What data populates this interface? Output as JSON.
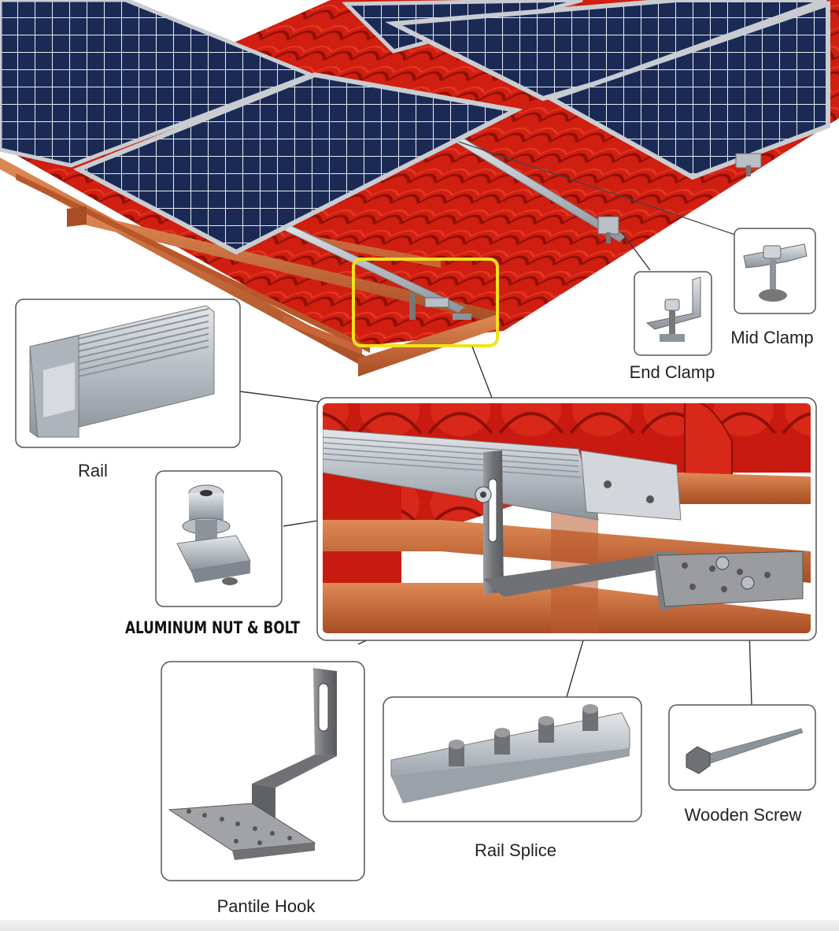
{
  "labels": {
    "rail": "Rail",
    "nut_bolt": "ALUMINUM NUT & BOLT",
    "end_clamp": "End Clamp",
    "mid_clamp": "Mid Clamp",
    "pantile_hook": "Pantile Hook",
    "rail_splice": "Rail Splice",
    "wooden_screw": "Wooden Screw"
  },
  "colors": {
    "roof_tile": "#d01e10",
    "roof_tile_dark": "#9c120a",
    "batten_wood": "#c8663a",
    "panel_cell": "#1b2a55",
    "panel_frame": "#c9cdd2",
    "aluminum": "#b9bfc6",
    "steel": "#7d7f82",
    "highlight_box": "#f2e21a"
  }
}
